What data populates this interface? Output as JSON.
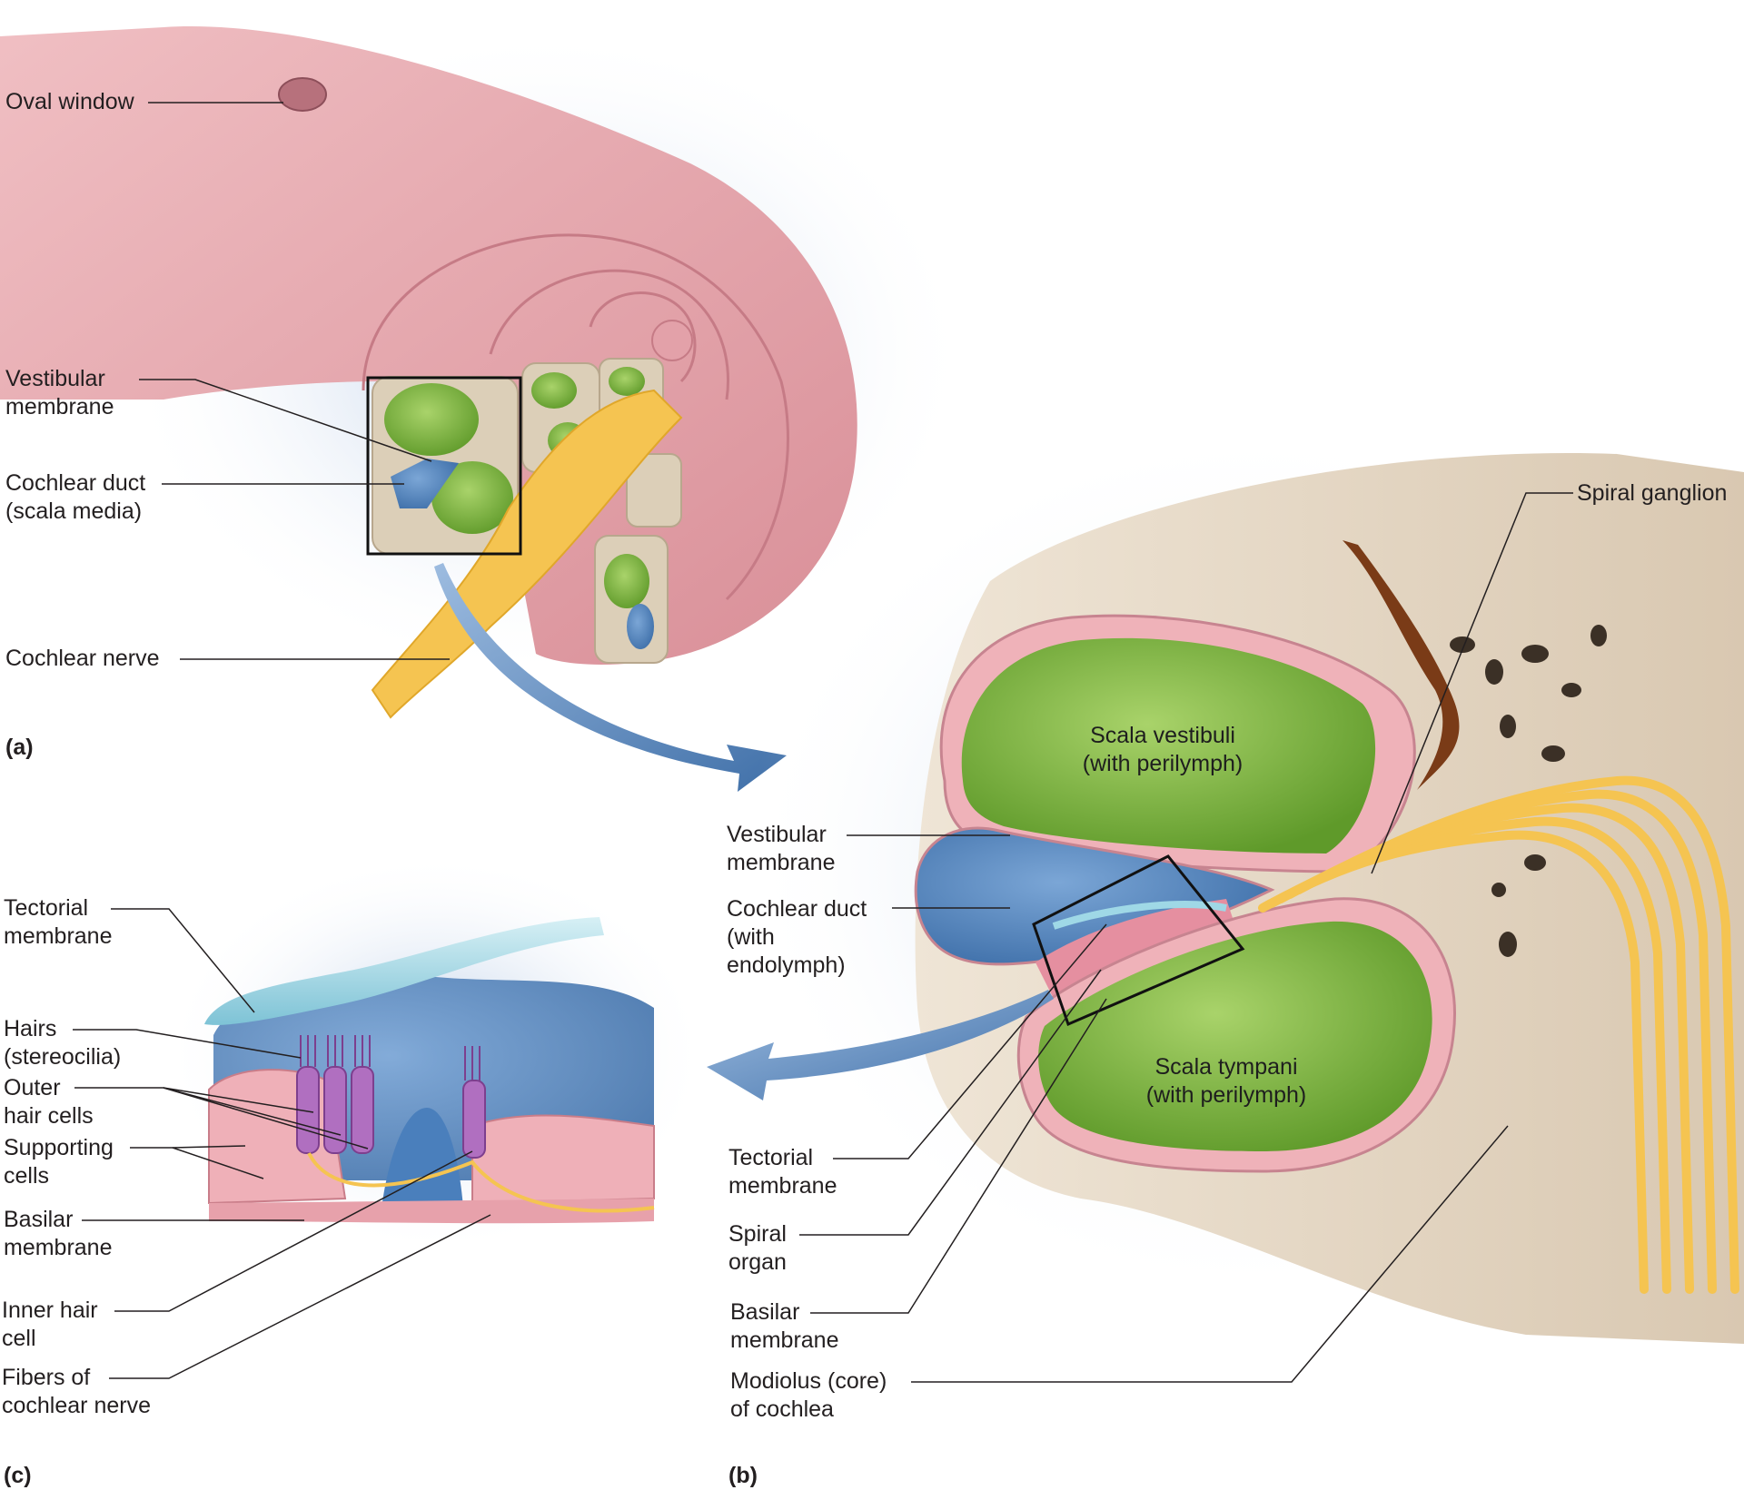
{
  "panels": {
    "a": "(a)",
    "b": "(b)",
    "c": "(c)"
  },
  "panel_a": {
    "oval_window": "Oval window",
    "vestibular_membrane": "Vestibular\nmembrane",
    "cochlear_duct": "Cochlear duct\n(scala media)",
    "cochlear_nerve": "Cochlear nerve"
  },
  "panel_b": {
    "spiral_ganglion": "Spiral ganglion",
    "scala_vestibuli": "Scala vestibuli\n(with perilymph)",
    "scala_tympani": "Scala tympani\n(with perilymph)",
    "vestibular_membrane": "Vestibular\nmembrane",
    "cochlear_duct": "Cochlear duct\n(with\nendolymph)",
    "tectorial_membrane": "Tectorial\nmembrane",
    "spiral_organ": "Spiral\norgan",
    "basilar_membrane": "Basilar\nmembrane",
    "modiolus": "Modiolus (core)\nof cochlea"
  },
  "panel_c": {
    "tectorial_membrane": "Tectorial\nmembrane",
    "hairs": "Hairs\n(stereocilia)",
    "outer_hair_cells": "Outer\nhair cells",
    "supporting_cells": "Supporting\ncells",
    "basilar_membrane": "Basilar\nmembrane",
    "inner_hair_cell": "Inner hair\ncell",
    "fibers": "Fibers of\ncochlear nerve"
  },
  "colors": {
    "cochlea_pink": "#e8a9b0",
    "scala_green": "#8cc63f",
    "endolymph_blue": "#5a8fc4",
    "bone_tan": "#e8dccb",
    "nerve_yellow": "#f7c948",
    "hair_cell_purple": "#b06fc0",
    "background_blue": "#b9cde6"
  }
}
